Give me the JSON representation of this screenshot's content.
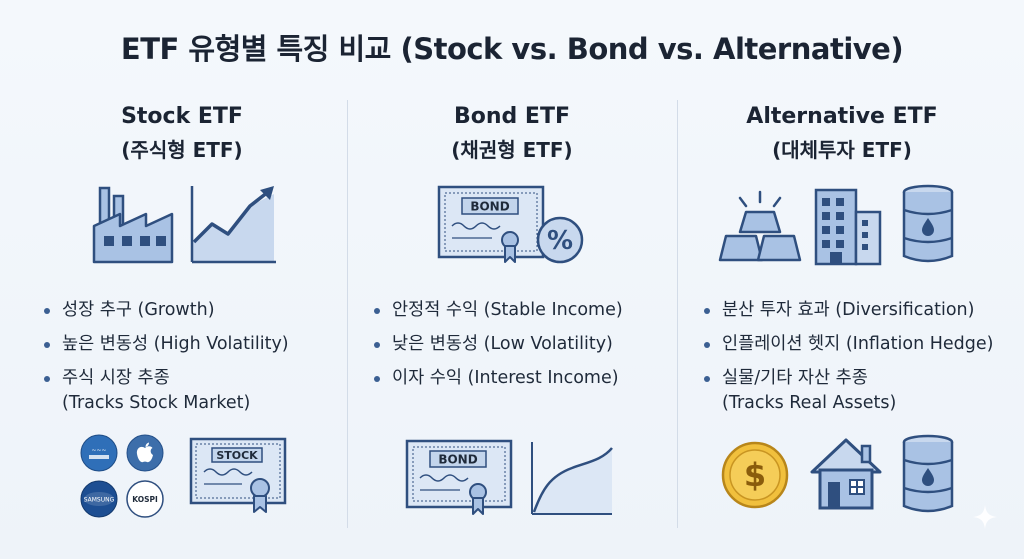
{
  "title": "ETF 유형별 특징 비교 (Stock vs. Bond vs. Alternative)",
  "columns": [
    {
      "title": "Stock ETF",
      "subtitle": "(주식형 ETF)",
      "bullets": [
        "성장 추구 (Growth)",
        "높은 변동성 (High Volatility)",
        "주식 시장 추종"
      ],
      "bullet3_sub": "(Tracks Stock Market)",
      "certificate_label": "STOCK",
      "logos": [
        "SAMSUNG",
        "KOSPI"
      ]
    },
    {
      "title": "Bond ETF",
      "subtitle": "(채권형 ETF)",
      "bullets": [
        "안정적 수익 (Stable Income)",
        "낮은 변동성 (Low Volatility)",
        "이자 수익 (Interest Income)"
      ],
      "certificate_label": "BOND",
      "percent_symbol": "%"
    },
    {
      "title": "Alternative ETF",
      "subtitle": "(대체투자 ETF)",
      "bullets": [
        "분산 투자 효과 (Diversification)",
        "인플레이션 헷지 (Inflation Hedge)",
        "실물/기타 자산 추종"
      ],
      "bullet3_sub": "(Tracks Real Assets)",
      "coin_symbol": "$"
    }
  ],
  "colors": {
    "icon_fill": "#a9c2e4",
    "icon_stroke": "#2f4f7f",
    "accent": "#3b5f92",
    "coin": "#f1c03d"
  },
  "icons": [
    "factory-icon",
    "growth-chart-icon",
    "bond-certificate-icon",
    "percent-icon",
    "gold-bars-icon",
    "building-icon",
    "oil-barrel-icon",
    "dollar-coin-icon",
    "house-icon"
  ]
}
